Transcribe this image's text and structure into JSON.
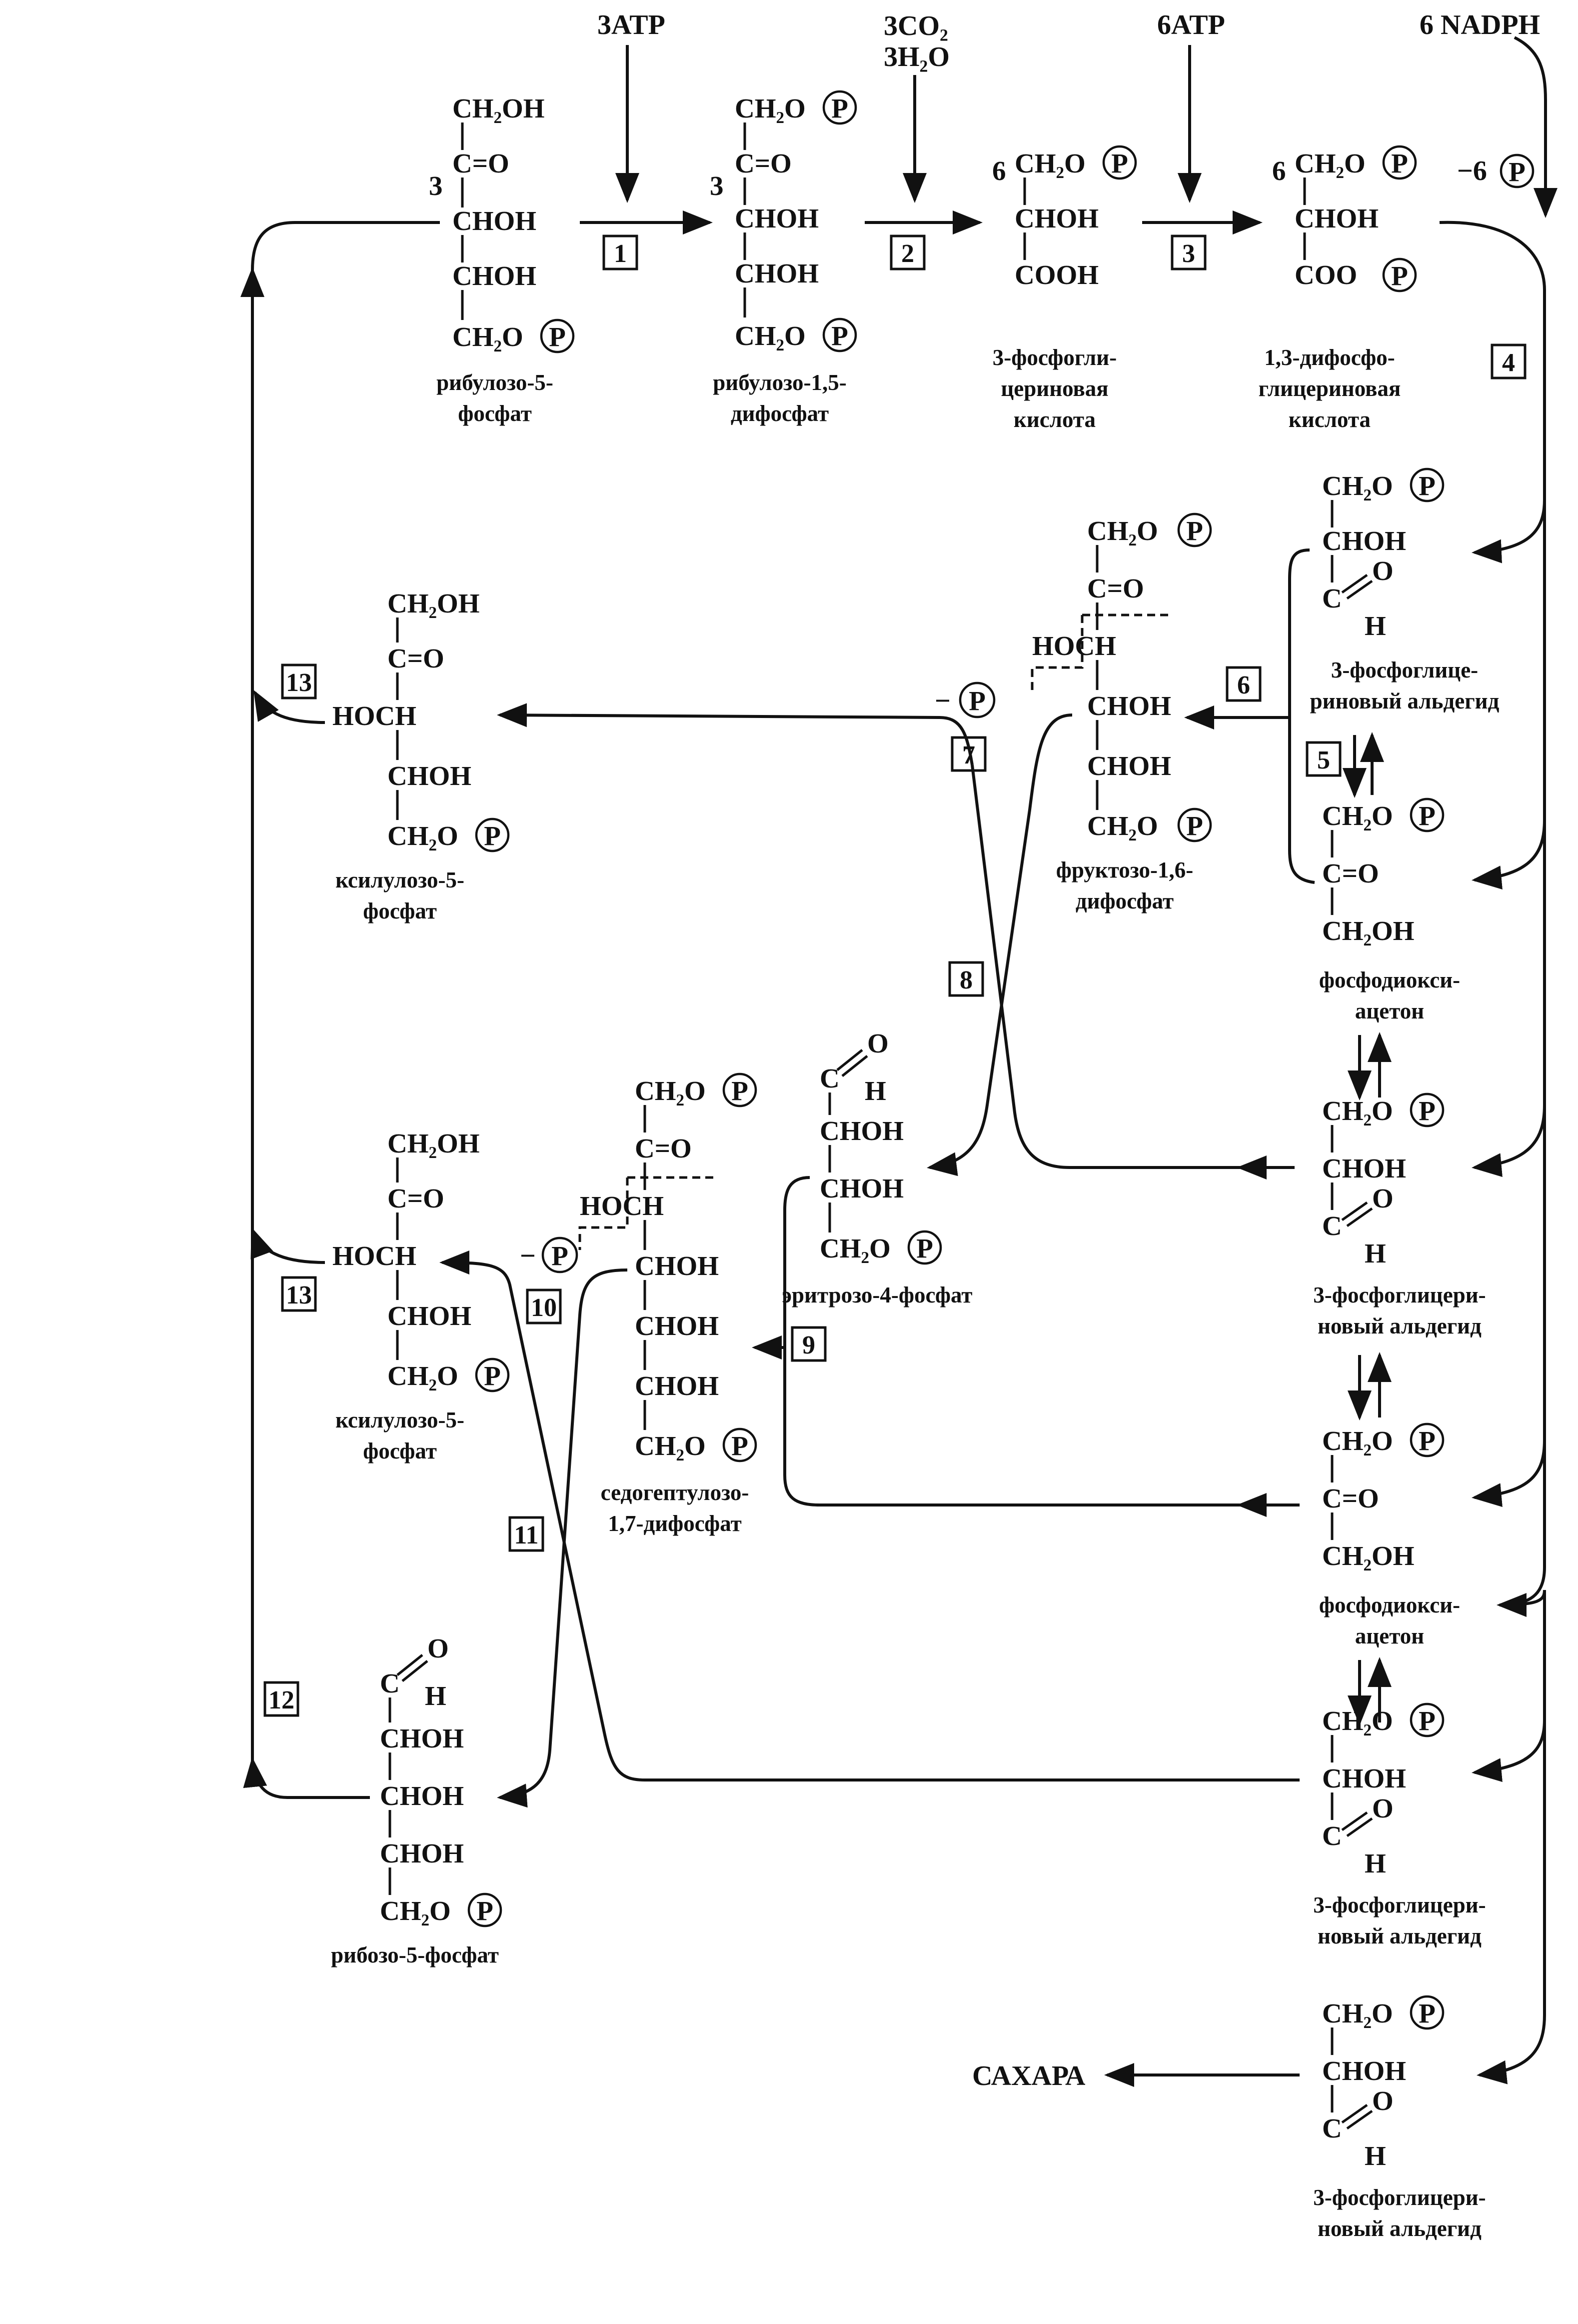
{
  "inputs": {
    "atp_3": "3ATP",
    "co2": "3CO₂",
    "h2o": "3H₂O",
    "atp_6": "6ATP",
    "nadph": "6 NADPH",
    "minus_6p_prefix": "−6"
  },
  "phosphate_symbol": "P",
  "formula": {
    "ch2oh": "CH₂OH",
    "ch2o": "CH₂O",
    "co": "C=O",
    "chOH": "CHOH",
    "hoch": "HOCH",
    "cooh": "COOH",
    "coo": "COO",
    "c": "C",
    "o": "O",
    "h": "H",
    "minus": "−"
  },
  "coefficients": {
    "ribulose5p": "3",
    "ribulose15bp": "3",
    "pga": "6",
    "bpga": "6"
  },
  "compounds": {
    "ribulose_5p": [
      "рибулозо-5-",
      "фосфат"
    ],
    "ribulose_15bp": [
      "рибулозо-1,5-",
      "дифосфат"
    ],
    "pga": [
      "3-фосфогли-",
      "цериновая",
      "кислота"
    ],
    "bpga": [
      "1,3-дифосфо-",
      "глицериновая",
      "кислота"
    ],
    "xylulose_5p_a": [
      "ксилулозо-5-",
      "фосфат"
    ],
    "fructose_16bp": [
      "фруктозо-1,6-",
      "дифосфат"
    ],
    "gap_1": [
      "3-фосфоглице-",
      "риновый альдегид"
    ],
    "dhap_1": [
      "фосфодиокси-",
      "ацетон"
    ],
    "erythrose_4p": "эритрозо-4-фосфат",
    "gap_2": [
      "3-фосфоглицери-",
      "новый альдегид"
    ],
    "xylulose_5p_b": [
      "ксилулозо-5-",
      "фосфат"
    ],
    "sedoheptulose_17bp": [
      "седогептулозо-",
      "1,7-дифосфат"
    ],
    "dhap_2": [
      "фосфодиокси-",
      "ацетон"
    ],
    "gap_3": [
      "3-фосфоглицери-",
      "новый альдегид"
    ],
    "ribose_5p": "рибозо-5-фосфат",
    "gap_4": [
      "3-фосфоглицери-",
      "новый альдегид"
    ]
  },
  "steps": [
    "1",
    "2",
    "3",
    "4",
    "5",
    "6",
    "7",
    "8",
    "9",
    "10",
    "11",
    "12",
    "13"
  ],
  "output": "САХАРА"
}
